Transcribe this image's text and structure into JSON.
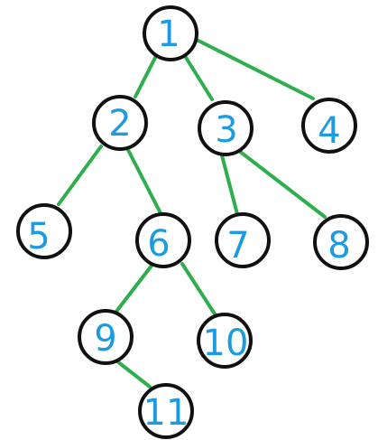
{
  "colors": {
    "edge": "#2fae4e",
    "node_border": "#111111",
    "node_fill": "#ffffff",
    "label": "#1d9be1",
    "background": "#ffffff"
  },
  "nodes": [
    {
      "id": "1",
      "label": "1"
    },
    {
      "id": "2",
      "label": "2"
    },
    {
      "id": "3",
      "label": "3"
    },
    {
      "id": "4",
      "label": "4"
    },
    {
      "id": "5",
      "label": "5"
    },
    {
      "id": "6",
      "label": "6"
    },
    {
      "id": "7",
      "label": "7"
    },
    {
      "id": "8",
      "label": "8"
    },
    {
      "id": "9",
      "label": "9"
    },
    {
      "id": "10",
      "label": "10"
    },
    {
      "id": "11",
      "label": "11"
    }
  ],
  "edges": [
    {
      "from": "1",
      "to": "2"
    },
    {
      "from": "1",
      "to": "3"
    },
    {
      "from": "1",
      "to": "4"
    },
    {
      "from": "2",
      "to": "5"
    },
    {
      "from": "2",
      "to": "6"
    },
    {
      "from": "3",
      "to": "7"
    },
    {
      "from": "3",
      "to": "8"
    },
    {
      "from": "6",
      "to": "9"
    },
    {
      "from": "6",
      "to": "10"
    },
    {
      "from": "9",
      "to": "11"
    }
  ]
}
